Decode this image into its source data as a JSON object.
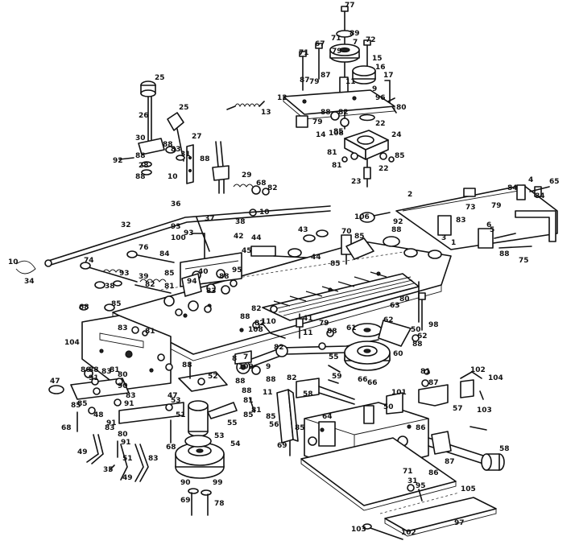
{
  "diagram": {
    "labels": [
      {
        "id": "l1",
        "text": "77"
      },
      {
        "id": "l2",
        "text": "89"
      },
      {
        "id": "l3",
        "text": "71"
      },
      {
        "id": "l4",
        "text": "7"
      },
      {
        "id": "l5",
        "text": "67"
      },
      {
        "id": "l6",
        "text": "72"
      },
      {
        "id": "l7",
        "text": "71"
      },
      {
        "id": "l8",
        "text": "79"
      },
      {
        "id": "l9",
        "text": "15"
      },
      {
        "id": "l10",
        "text": "16"
      },
      {
        "id": "l11",
        "text": "87"
      },
      {
        "id": "l12",
        "text": "87"
      },
      {
        "id": "l13",
        "text": "79"
      },
      {
        "id": "l14",
        "text": "9"
      },
      {
        "id": "l15",
        "text": "11"
      },
      {
        "id": "l16",
        "text": "17"
      },
      {
        "id": "l17",
        "text": "96"
      },
      {
        "id": "l18",
        "text": "12"
      },
      {
        "id": "l19",
        "text": "80"
      },
      {
        "id": "l20",
        "text": "13"
      },
      {
        "id": "l21",
        "text": "88"
      },
      {
        "id": "l22",
        "text": "82"
      },
      {
        "id": "l23",
        "text": "22"
      },
      {
        "id": "l24",
        "text": "79"
      },
      {
        "id": "l25",
        "text": "108"
      },
      {
        "id": "l26",
        "text": "24"
      },
      {
        "id": "l27",
        "text": "14"
      },
      {
        "id": "l28",
        "text": "85"
      },
      {
        "id": "l29",
        "text": "81"
      },
      {
        "id": "l30",
        "text": "85"
      },
      {
        "id": "l31",
        "text": "81"
      },
      {
        "id": "l32",
        "text": "22"
      },
      {
        "id": "l33",
        "text": "23"
      },
      {
        "id": "l34",
        "text": "25"
      },
      {
        "id": "l35",
        "text": "26"
      },
      {
        "id": "l36",
        "text": "25"
      },
      {
        "id": "l37",
        "text": "27"
      },
      {
        "id": "l38",
        "text": "30"
      },
      {
        "id": "l39",
        "text": "88"
      },
      {
        "id": "l40",
        "text": "83"
      },
      {
        "id": "l41",
        "text": "31"
      },
      {
        "id": "l42",
        "text": "92"
      },
      {
        "id": "l43",
        "text": "88"
      },
      {
        "id": "l44",
        "text": "28"
      },
      {
        "id": "l45",
        "text": "88"
      },
      {
        "id": "l46",
        "text": "88"
      },
      {
        "id": "l47",
        "text": "10"
      },
      {
        "id": "l48",
        "text": "29"
      },
      {
        "id": "l49",
        "text": "68"
      },
      {
        "id": "l50",
        "text": "82"
      },
      {
        "id": "l51",
        "text": "10"
      },
      {
        "id": "l52",
        "text": "4"
      },
      {
        "id": "l53",
        "text": "65"
      },
      {
        "id": "l54",
        "text": "2"
      },
      {
        "id": "l55",
        "text": "84"
      },
      {
        "id": "l56",
        "text": "84"
      },
      {
        "id": "l57",
        "text": "79"
      },
      {
        "id": "l58",
        "text": "73"
      },
      {
        "id": "l59",
        "text": "83"
      },
      {
        "id": "l60",
        "text": "5"
      },
      {
        "id": "l61",
        "text": "36"
      },
      {
        "id": "l62",
        "text": "37"
      },
      {
        "id": "l63",
        "text": "32"
      },
      {
        "id": "l64",
        "text": "38"
      },
      {
        "id": "l65",
        "text": "106"
      },
      {
        "id": "l66",
        "text": "92"
      },
      {
        "id": "l67",
        "text": "6"
      },
      {
        "id": "l68",
        "text": "3"
      },
      {
        "id": "l69",
        "text": "88"
      },
      {
        "id": "l70",
        "text": "75"
      },
      {
        "id": "l71",
        "text": "93"
      },
      {
        "id": "l72",
        "text": "100"
      },
      {
        "id": "l73",
        "text": "93"
      },
      {
        "id": "l74",
        "text": "42"
      },
      {
        "id": "l75",
        "text": "43"
      },
      {
        "id": "l76",
        "text": "70"
      },
      {
        "id": "l77",
        "text": "85"
      },
      {
        "id": "l78",
        "text": "88"
      },
      {
        "id": "l79",
        "text": "1"
      },
      {
        "id": "l80",
        "text": "76"
      },
      {
        "id": "l81",
        "text": "84"
      },
      {
        "id": "l82",
        "text": "44"
      },
      {
        "id": "l83",
        "text": "45"
      },
      {
        "id": "l84",
        "text": "44"
      },
      {
        "id": "l85",
        "text": "85"
      },
      {
        "id": "l86",
        "text": "10"
      },
      {
        "id": "l87",
        "text": "34"
      },
      {
        "id": "l88",
        "text": "74"
      },
      {
        "id": "l89",
        "text": "39"
      },
      {
        "id": "l90",
        "text": "93"
      },
      {
        "id": "l91",
        "text": "38"
      },
      {
        "id": "l92",
        "text": "82"
      },
      {
        "id": "l93",
        "text": "81"
      },
      {
        "id": "l94",
        "text": "85"
      },
      {
        "id": "l95",
        "text": "94"
      },
      {
        "id": "l96",
        "text": "88"
      },
      {
        "id": "l97",
        "text": "40"
      },
      {
        "id": "l98",
        "text": "95"
      },
      {
        "id": "l99",
        "text": "83"
      },
      {
        "id": "l100",
        "text": "68"
      },
      {
        "id": "l101",
        "text": "85"
      },
      {
        "id": "l102",
        "text": "83"
      },
      {
        "id": "l103",
        "text": "81"
      },
      {
        "id": "l104",
        "text": "82"
      },
      {
        "id": "l105",
        "text": "88"
      },
      {
        "id": "l106",
        "text": "82"
      },
      {
        "id": "l107",
        "text": "110"
      },
      {
        "id": "l108",
        "text": "108"
      },
      {
        "id": "l109",
        "text": "41"
      },
      {
        "id": "l110",
        "text": "11"
      },
      {
        "id": "l111",
        "text": "79"
      },
      {
        "id": "l112",
        "text": "88"
      },
      {
        "id": "l113",
        "text": "61"
      },
      {
        "id": "l114",
        "text": "62"
      },
      {
        "id": "l115",
        "text": "63"
      },
      {
        "id": "l116",
        "text": "80"
      },
      {
        "id": "l117",
        "text": "98"
      },
      {
        "id": "l118",
        "text": "50"
      },
      {
        "id": "l119",
        "text": "62"
      },
      {
        "id": "l120",
        "text": "88"
      },
      {
        "id": "l121",
        "text": "60"
      },
      {
        "id": "l122",
        "text": "104"
      },
      {
        "id": "l123",
        "text": "86"
      },
      {
        "id": "l124",
        "text": "81"
      },
      {
        "id": "l125",
        "text": "88"
      },
      {
        "id": "l126",
        "text": "7"
      },
      {
        "id": "l127",
        "text": "82"
      },
      {
        "id": "l128",
        "text": "55"
      },
      {
        "id": "l129",
        "text": "88"
      },
      {
        "id": "l130",
        "text": "83"
      },
      {
        "id": "l131",
        "text": "91"
      },
      {
        "id": "l132",
        "text": "85"
      },
      {
        "id": "l133",
        "text": "80"
      },
      {
        "id": "l134",
        "text": "90"
      },
      {
        "id": "l135",
        "text": "83"
      },
      {
        "id": "l136",
        "text": "91"
      },
      {
        "id": "l137",
        "text": "52"
      },
      {
        "id": "l138",
        "text": "88"
      },
      {
        "id": "l139",
        "text": "82"
      },
      {
        "id": "l140",
        "text": "88"
      },
      {
        "id": "l141",
        "text": "9"
      },
      {
        "id": "l142",
        "text": "59"
      },
      {
        "id": "l143",
        "text": "66"
      },
      {
        "id": "l144",
        "text": "66"
      },
      {
        "id": "l145",
        "text": "81"
      },
      {
        "id": "l146",
        "text": "87"
      },
      {
        "id": "l147",
        "text": "102"
      },
      {
        "id": "l148",
        "text": "104"
      },
      {
        "id": "l149",
        "text": "47"
      },
      {
        "id": "l150",
        "text": "48"
      },
      {
        "id": "l151",
        "text": "85"
      },
      {
        "id": "l152",
        "text": "68"
      },
      {
        "id": "l153",
        "text": "91"
      },
      {
        "id": "l154",
        "text": "53"
      },
      {
        "id": "l155",
        "text": "81"
      },
      {
        "id": "l156",
        "text": "85"
      },
      {
        "id": "l157",
        "text": "58"
      },
      {
        "id": "l158",
        "text": "101"
      },
      {
        "id": "l159",
        "text": "103"
      },
      {
        "id": "l160",
        "text": "57"
      },
      {
        "id": "l161",
        "text": "47"
      },
      {
        "id": "l162",
        "text": "51"
      },
      {
        "id": "l163",
        "text": "64"
      },
      {
        "id": "l164",
        "text": "50"
      },
      {
        "id": "l165",
        "text": "55"
      },
      {
        "id": "l166",
        "text": "56"
      },
      {
        "id": "l167",
        "text": "85"
      },
      {
        "id": "l168",
        "text": "86"
      },
      {
        "id": "l169",
        "text": "53"
      },
      {
        "id": "l170",
        "text": "80"
      },
      {
        "id": "l171",
        "text": "91"
      },
      {
        "id": "l172",
        "text": "83"
      },
      {
        "id": "l173",
        "text": "68"
      },
      {
        "id": "l174",
        "text": "54"
      },
      {
        "id": "l175",
        "text": "69"
      },
      {
        "id": "l176",
        "text": "49"
      },
      {
        "id": "l177",
        "text": "51"
      },
      {
        "id": "l178",
        "text": "83"
      },
      {
        "id": "l179",
        "text": "35"
      },
      {
        "id": "l180",
        "text": "49"
      },
      {
        "id": "l181",
        "text": "90"
      },
      {
        "id": "l182",
        "text": "99"
      },
      {
        "id": "l183",
        "text": "69"
      },
      {
        "id": "l184",
        "text": "78"
      },
      {
        "id": "l185",
        "text": "58"
      },
      {
        "id": "l186",
        "text": "87"
      },
      {
        "id": "l187",
        "text": "86"
      },
      {
        "id": "l188",
        "text": "71"
      },
      {
        "id": "l189",
        "text": "31"
      },
      {
        "id": "l190",
        "text": "95"
      },
      {
        "id": "l191",
        "text": "105"
      },
      {
        "id": "l192",
        "text": "97"
      },
      {
        "id": "l193",
        "text": "103"
      },
      {
        "id": "l194",
        "text": "102"
      },
      {
        "id": "l195",
        "text": "8"
      },
      {
        "id": "l196",
        "text": "109"
      },
      {
        "id": "l197",
        "text": "11"
      },
      {
        "id": "l198",
        "text": "88"
      },
      {
        "id": "l199",
        "text": "81"
      },
      {
        "id": "l200",
        "text": "85"
      }
    ]
  }
}
